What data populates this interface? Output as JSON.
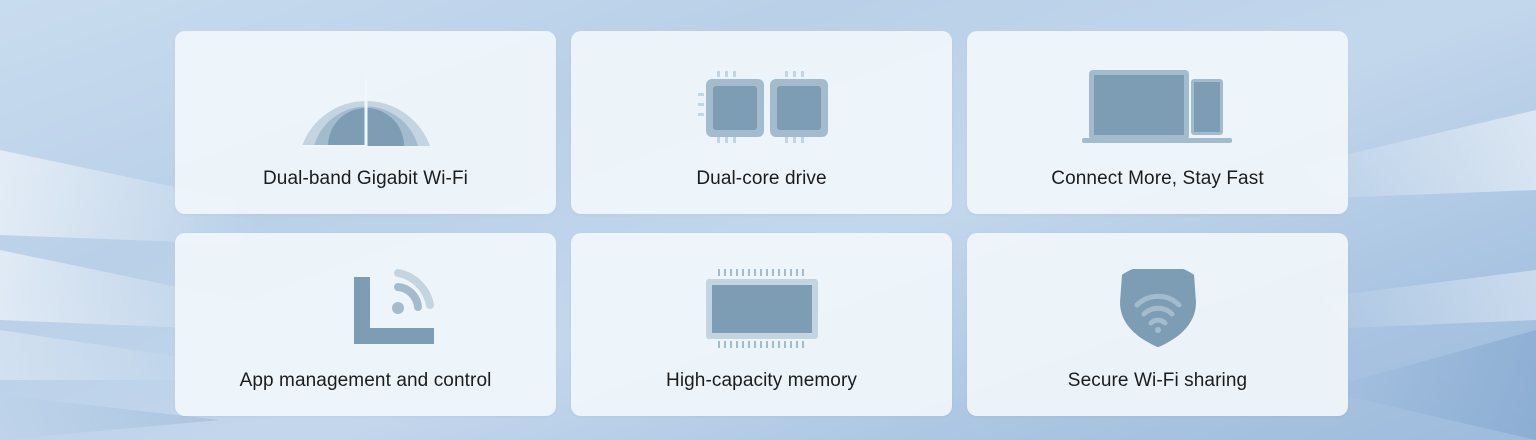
{
  "features": [
    {
      "label": "Dual-band Gigabit Wi-Fi",
      "icon": "wifi-signal-icon"
    },
    {
      "label": "Dual-core drive",
      "icon": "dual-core-chip-icon"
    },
    {
      "label": "Connect More, Stay Fast",
      "icon": "laptop-tablet-icon"
    },
    {
      "label": "App management and control",
      "icon": "app-control-icon"
    },
    {
      "label": "High-capacity memory",
      "icon": "memory-chip-icon"
    },
    {
      "label": "Secure Wi-Fi sharing",
      "icon": "wifi-shield-icon"
    }
  ],
  "colors": {
    "icon_dark": "#7d9db5",
    "icon_mid": "#a3bccd",
    "icon_light": "#c3d5e1",
    "card_bg": "#f0f6fb",
    "text": "#1c1c1c"
  }
}
